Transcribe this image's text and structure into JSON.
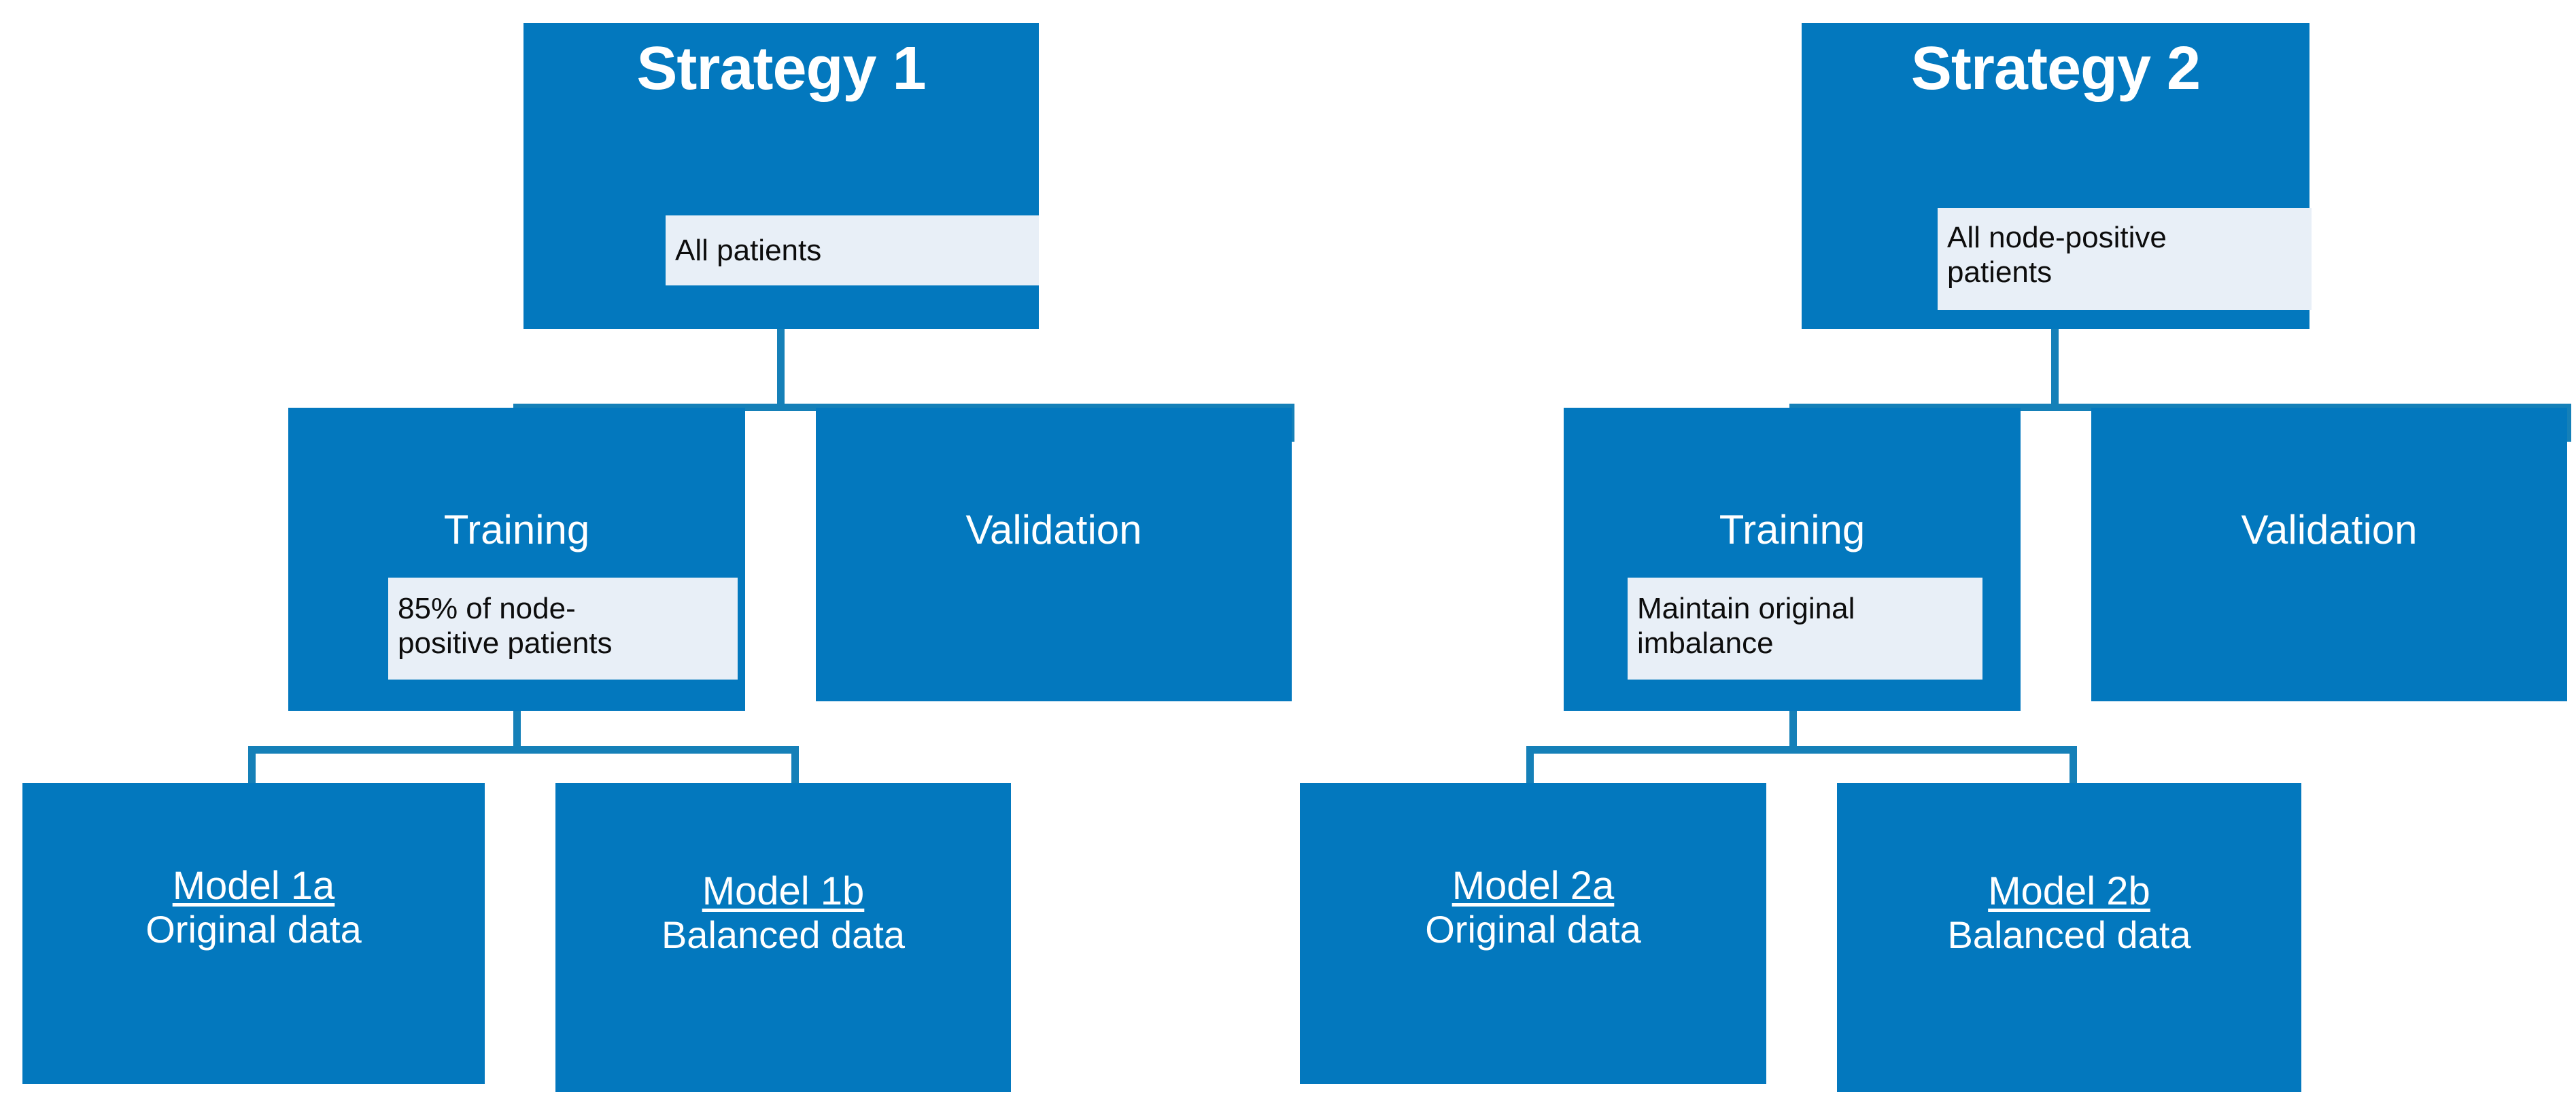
{
  "theme": {
    "node_fill": "#0378BE",
    "callout_fill": "#E8EFF7",
    "connector": "#1580B8",
    "node_text": "#FFFFFF",
    "callout_text": "#0D0D0D",
    "background": "#FFFFFF"
  },
  "strategies": [
    {
      "id": "strategy-1",
      "title": "Strategy 1",
      "root_callout": "All patients",
      "branches": [
        {
          "id": "training",
          "label": "Training",
          "callout_line1": "85% of node-",
          "callout_line2": "positive patients"
        },
        {
          "id": "validation",
          "label": "Validation",
          "callout_line1": "",
          "callout_line2": ""
        }
      ],
      "models": [
        {
          "id": "model-1a",
          "title": "Model 1a",
          "subtitle": "Original data"
        },
        {
          "id": "model-1b",
          "title": "Model 1b",
          "subtitle": "Balanced data"
        }
      ]
    },
    {
      "id": "strategy-2",
      "title": "Strategy 2",
      "root_callout_line1": "All node-positive",
      "root_callout_line2": "patients",
      "branches": [
        {
          "id": "training",
          "label": "Training",
          "callout_line1": "Maintain original",
          "callout_line2": "imbalance"
        },
        {
          "id": "validation",
          "label": "Validation",
          "callout_line1": "",
          "callout_line2": ""
        }
      ],
      "models": [
        {
          "id": "model-2a",
          "title": "Model 2a",
          "subtitle": "Original data"
        },
        {
          "id": "model-2b",
          "title": "Model 2b",
          "subtitle": "Balanced data"
        }
      ]
    }
  ]
}
